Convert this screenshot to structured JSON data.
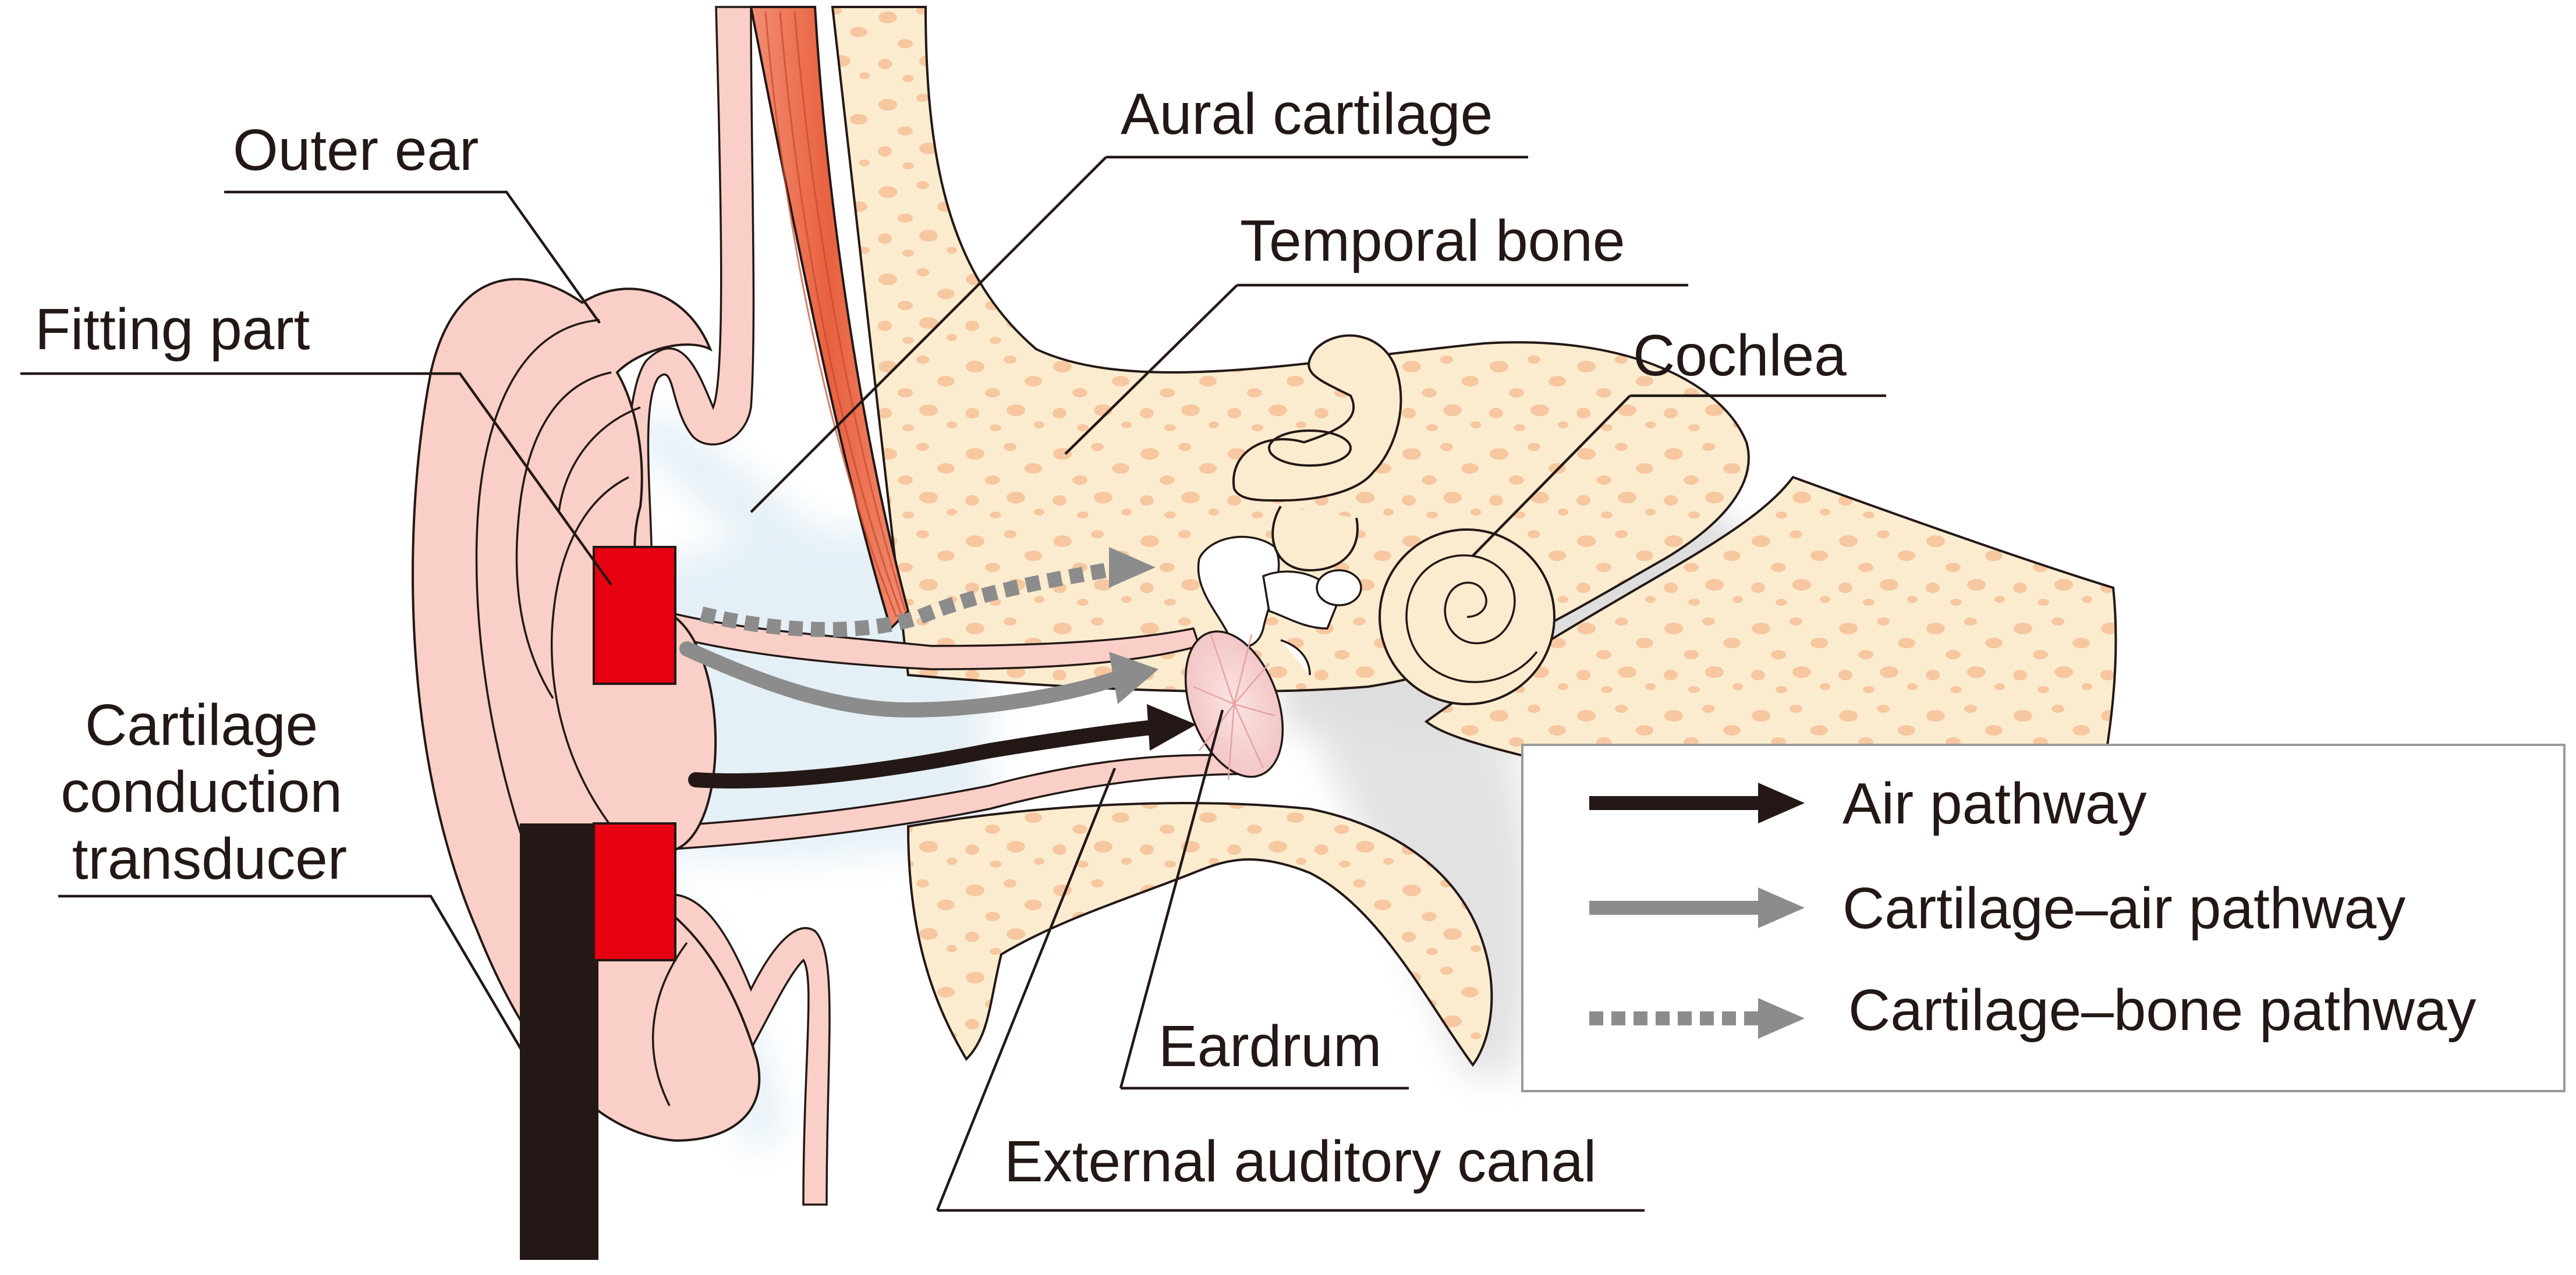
{
  "labels": {
    "outer_ear": "Outer ear",
    "fitting_part": "Fitting part",
    "cartilage_conduction_transducer": [
      "Cartilage",
      "conduction",
      "transducer"
    ],
    "aural_cartilage": "Aural cartilage",
    "temporal_bone": "Temporal bone",
    "cochlea": "Cochlea",
    "eardrum": "Eardrum",
    "external_auditory_canal": "External auditory canal"
  },
  "legend": {
    "items": [
      {
        "label": "Air pathway",
        "color": "#231815",
        "style": "solid"
      },
      {
        "label": "Cartilage–air pathway",
        "color": "#8c8c8c",
        "style": "solid"
      },
      {
        "label": "Cartilage–bone pathway",
        "color": "#8c8c8c",
        "style": "dotted"
      }
    ]
  },
  "colors": {
    "skin": "#f9cfc7",
    "skin_edge": "#f0a092",
    "muscle": "#ef7b5f",
    "bone": "#fbecd0",
    "bone_spots": "#f7c79f",
    "fitting_part": "#e60012",
    "transducer": "#231815",
    "air_arrow": "#231815",
    "cartilage_arrow": "#8c8c8c",
    "canal_shadow": "#dcdcdc",
    "canal_glow": "#e3f0f7"
  }
}
